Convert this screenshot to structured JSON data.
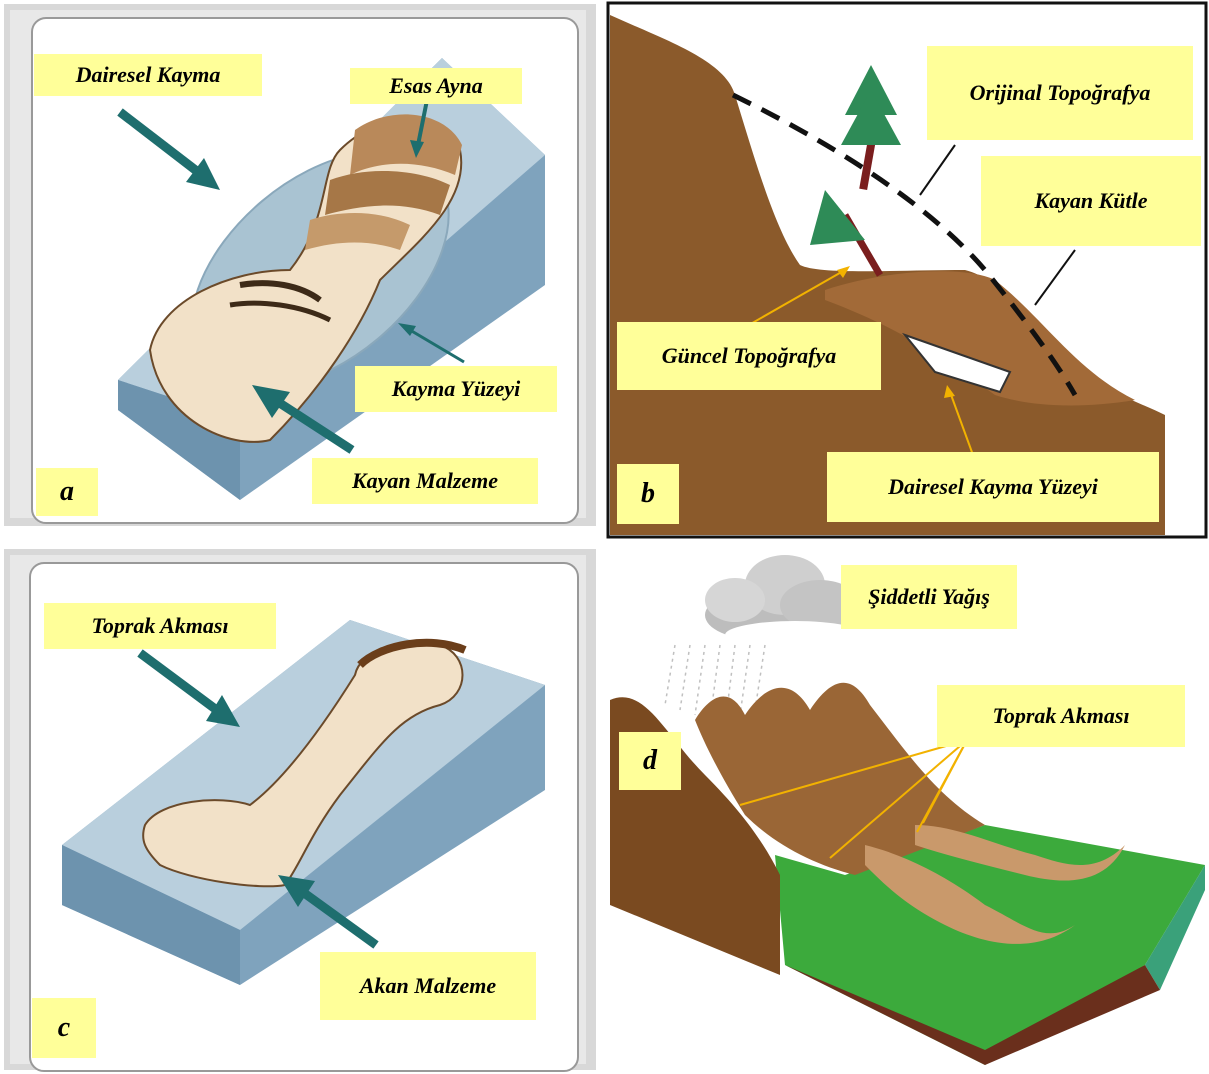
{
  "panels": {
    "a": {
      "letter": "a",
      "labels": {
        "circular_slide": "Dairesel Kayma",
        "main_scarp": "Esas Ayna",
        "slip_surface": "Kayma Yüzeyi",
        "slid_material": "Kayan Malzeme"
      }
    },
    "b": {
      "letter": "b",
      "labels": {
        "original_topography": "Orijinal Topoğrafya",
        "sliding_mass": "Kayan Kütle",
        "current_topography": "Güncel Topoğrafya",
        "circular_slip_surface": "Dairesel Kayma Yüzeyi"
      }
    },
    "c": {
      "letter": "c",
      "labels": {
        "earth_flow": "Toprak Akması",
        "flowing_material": "Akan Malzeme"
      }
    },
    "d": {
      "letter": "d",
      "labels": {
        "heavy_rain": "Şiddetli Yağış",
        "earth_flow": "Toprak Akması"
      }
    }
  },
  "colors": {
    "label_bg": "#ffff99",
    "arrow_teal": "#1e6e6e",
    "slope_blue": "#a8c4d4",
    "soil_brown": "#8b5a2b",
    "material_cream": "#f2e1c8",
    "pointer_orange": "#f2b200",
    "grass_green": "#3caa3c"
  }
}
